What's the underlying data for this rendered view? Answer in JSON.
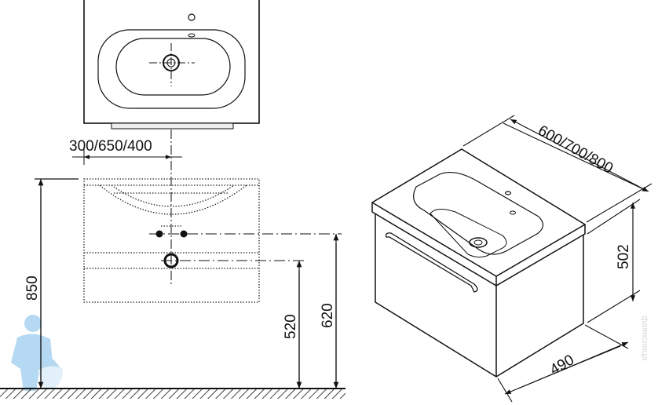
{
  "drawing": {
    "dimensions": {
      "outlet_offset": "300/650/400",
      "total_height": "850",
      "drain_height": "520",
      "supply_height": "620",
      "width": "600/700/800",
      "cabinet_height": "502",
      "depth": "490"
    },
    "watermark": "фаянсница",
    "colors": {
      "line": "#111111",
      "mascot": "#a9d3f0"
    }
  }
}
